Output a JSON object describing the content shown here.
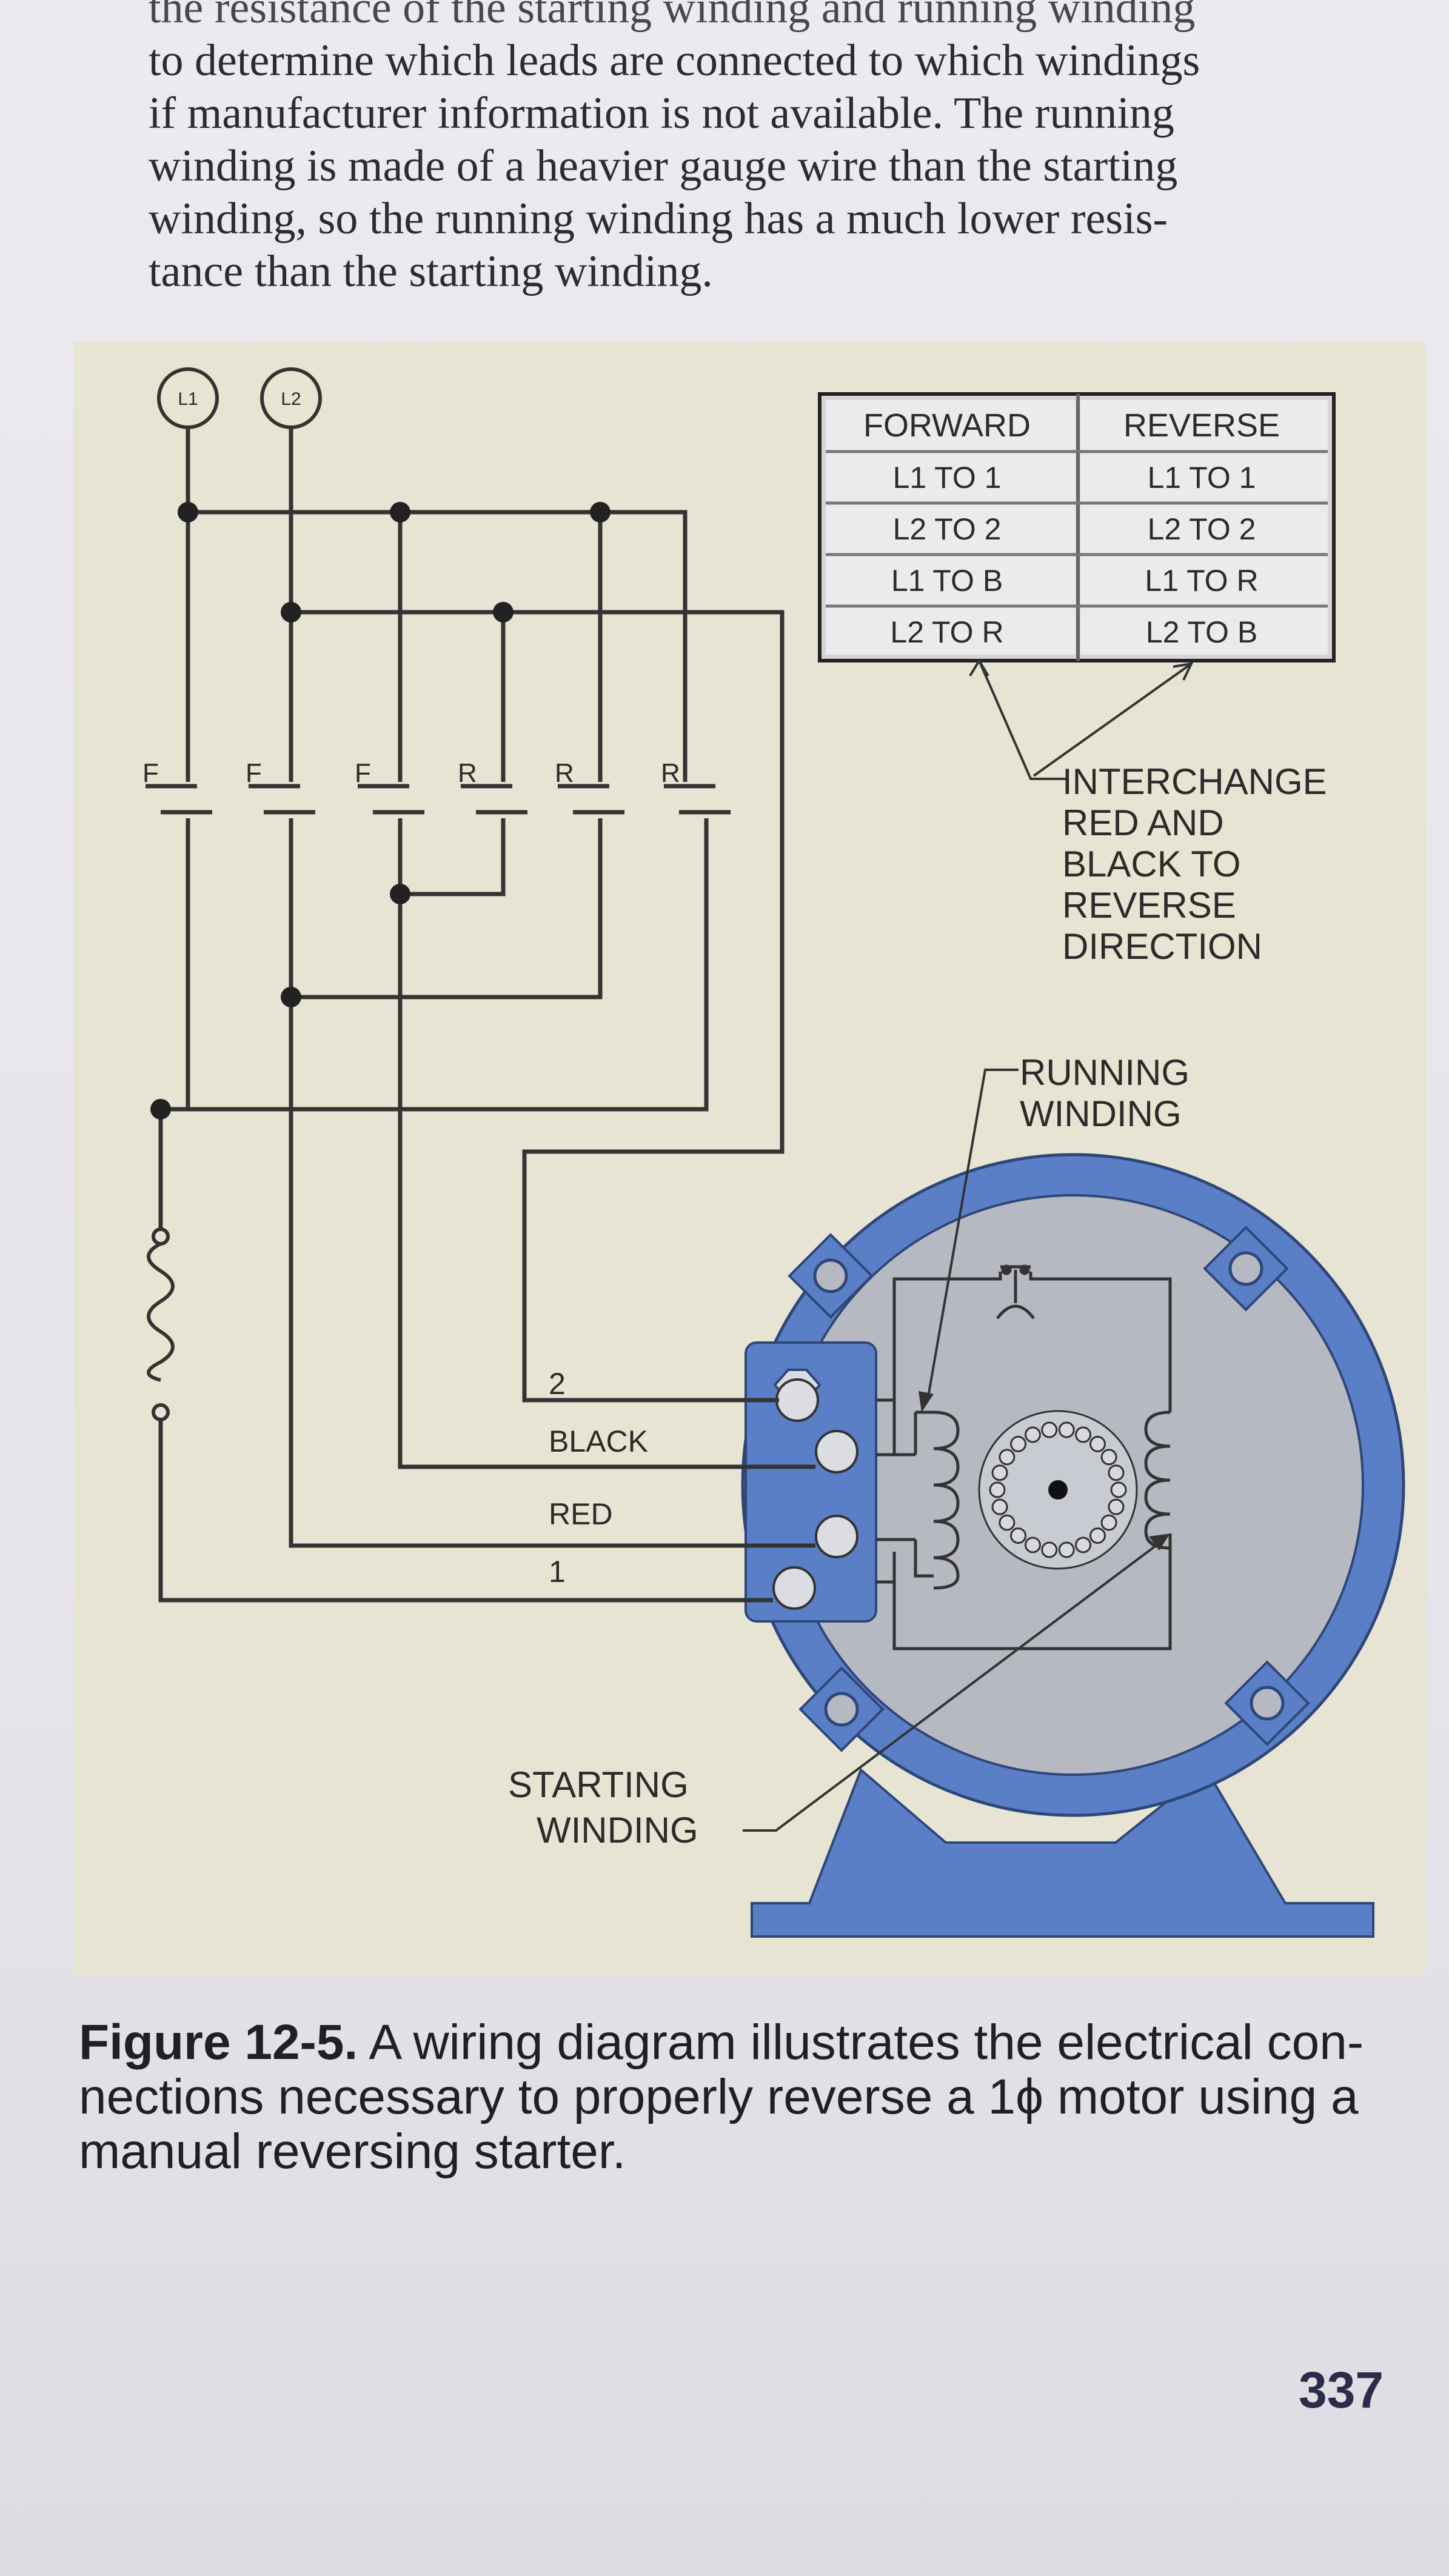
{
  "body_text": {
    "line0": "the resistance of the starting winding and running winding",
    "line1": "to determine which leads are connected to which windings",
    "line2": "if manufacturer information is not available. The running",
    "line3": "winding is made of a heavier gauge wire than the starting",
    "line4": "winding, so the running winding has a much lower resis-",
    "line5": "tance than the starting winding."
  },
  "diagram": {
    "lines": {
      "l1": "L1",
      "l2": "L2"
    },
    "contacts": [
      "F",
      "F",
      "F",
      "R",
      "R",
      "R"
    ],
    "table": {
      "headers": [
        "FORWARD",
        "REVERSE"
      ],
      "rows": [
        [
          "L1 TO 1",
          "L1 TO 1"
        ],
        [
          "L2 TO 2",
          "L2 TO 2"
        ],
        [
          "L1 TO B",
          "L1 TO R"
        ],
        [
          "L2 TO R",
          "L2 TO B"
        ]
      ]
    },
    "interchange_note": [
      "INTERCHANGE",
      "RED AND",
      "BLACK TO",
      "REVERSE",
      "DIRECTION"
    ],
    "running_winding_label": [
      "RUNNING",
      "WINDING"
    ],
    "starting_winding_label": [
      "STARTING",
      "WINDING"
    ],
    "lead_labels": {
      "lead_2": "2",
      "lead_black": "BLACK",
      "lead_red": "RED",
      "lead_1": "1"
    },
    "colors": {
      "motor_blue": "#5b7fc6",
      "motor_dark": "#3f5e9e",
      "motor_face": "#b7b9c2",
      "wire": "#333333",
      "panel": "#e7e4d3"
    }
  },
  "caption": {
    "figure_label": "Figure 12-5.",
    "line1_rest": " A wiring diagram illustrates the electrical con-",
    "line2": "nections necessary to properly reverse a 1ϕ motor using a",
    "line3": "manual reversing starter."
  },
  "page_number": "337"
}
